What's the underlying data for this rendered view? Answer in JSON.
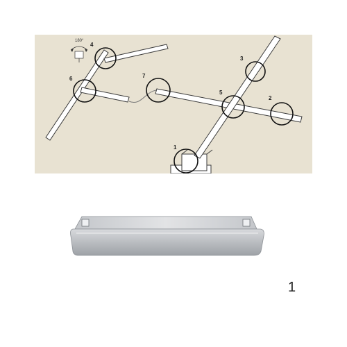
{
  "diagram": {
    "background_color": "#e8e2d2",
    "rail_color": "#ffffff",
    "outline_color": "#3a3a3a",
    "rotation_label": "180°",
    "callouts": [
      {
        "id": "1",
        "label": "1"
      },
      {
        "id": "2",
        "label": "2"
      },
      {
        "id": "3",
        "label": "3"
      },
      {
        "id": "4",
        "label": "4"
      },
      {
        "id": "5",
        "label": "5"
      },
      {
        "id": "6",
        "label": "6"
      },
      {
        "id": "7",
        "label": "7"
      }
    ]
  },
  "product": {
    "body_color": "#b9bcc0",
    "top_color": "#d4d6d9"
  },
  "item_number": "1"
}
